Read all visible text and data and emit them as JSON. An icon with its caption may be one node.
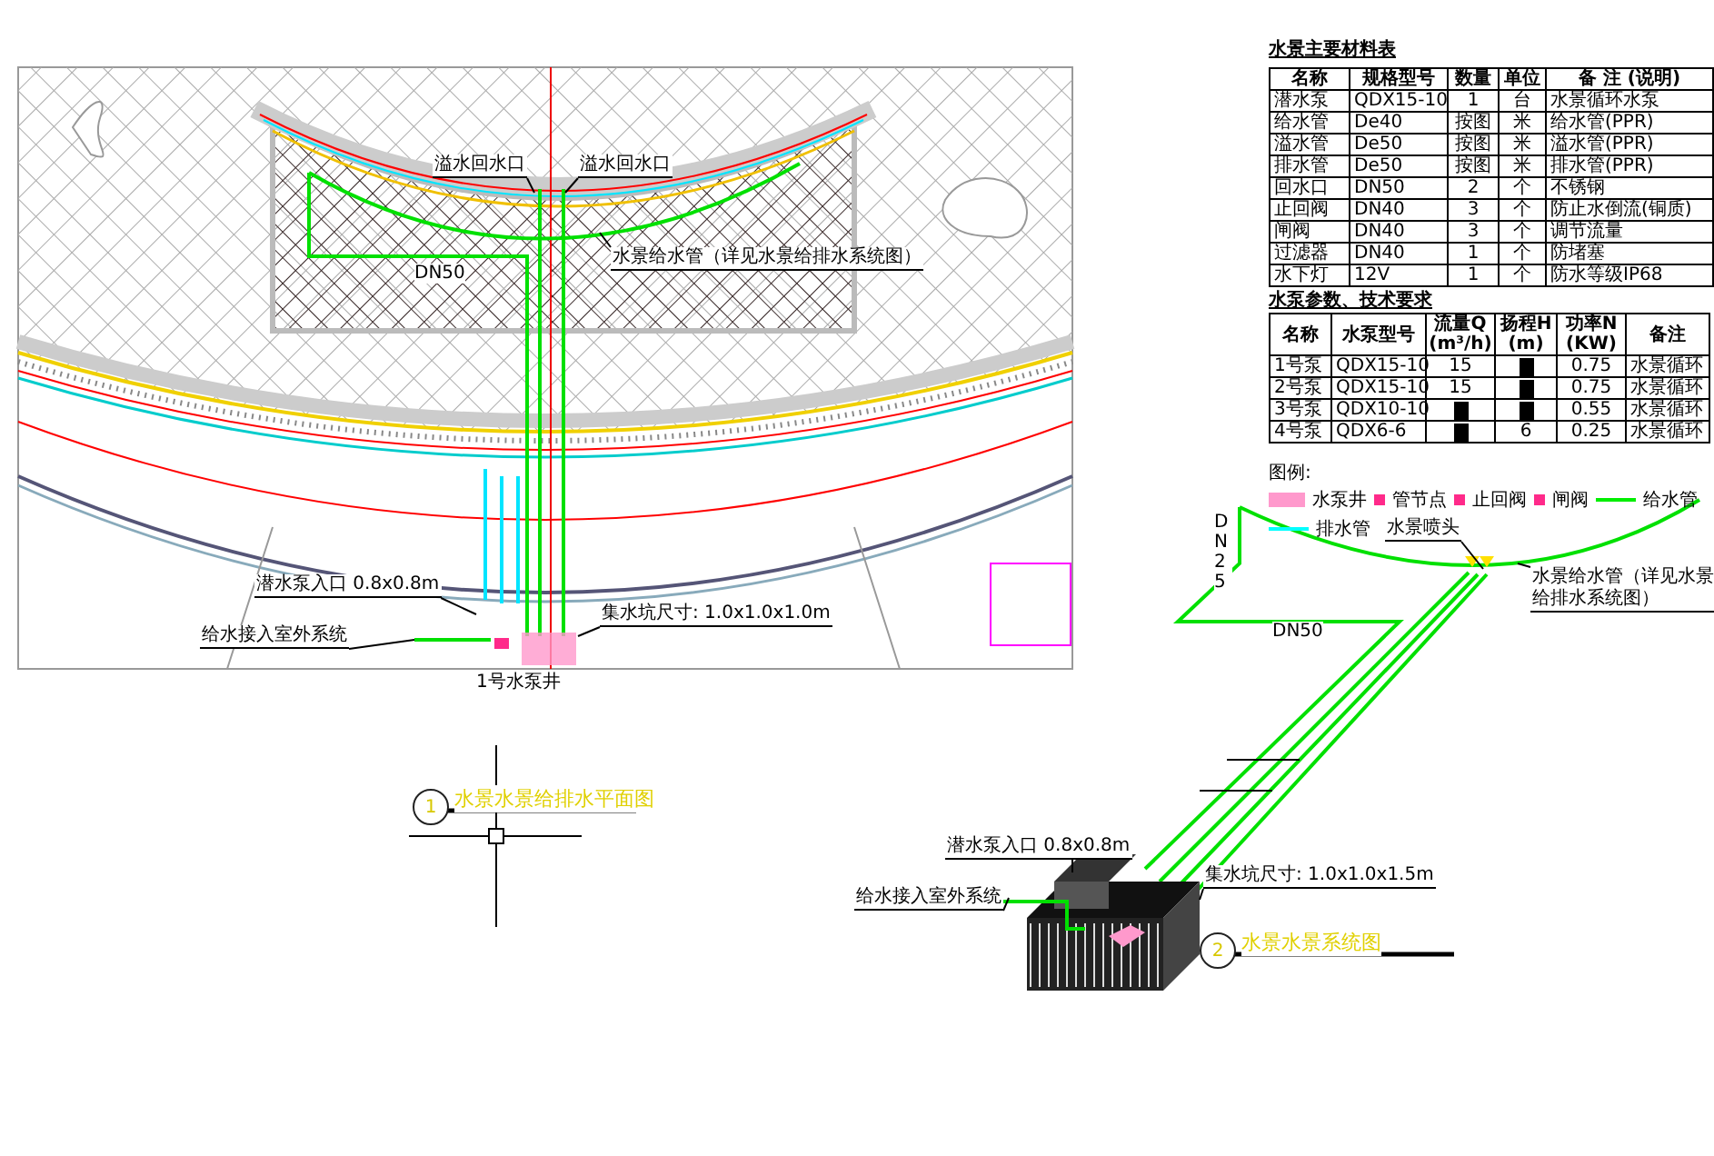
{
  "diagram": {
    "nodes": [
      {
        "text": [
          "1"
        ],
        "beside": [
          "水景水景给排水平面图"
        ]
      },
      {
        "text": [
          "2"
        ],
        "beside": [
          "水景水景系统图"
        ]
      },
      {
        "text": [
          "溢水回水口"
        ]
      },
      {
        "text": [
          "溢水回水口"
        ]
      },
      {
        "text": [
          "水景给水管（详见水景给排水系统图）"
        ]
      },
      {
        "text": [
          "潜水泵入口 0.8x0.8m"
        ]
      },
      {
        "text": [
          "给水接入室外系统"
        ]
      },
      {
        "text": [
          "集水坑尺寸: 1.0x1.0x1.0m"
        ]
      },
      {
        "text": [
          "水景给水管（详见水景给排水系统图）"
        ]
      },
      {
        "text": [
          "集水坑尺寸: 1.0x1.0x1.5m"
        ]
      },
      {
        "text": [
          "潜水泵入口 0.8x0.8m"
        ]
      },
      {
        "text": [
          "给水接入室外系统"
        ]
      },
      {
        "text": [
          "水景喷头"
        ]
      }
    ],
    "edges": [
      {
        "from": 2,
        "to": null,
        "arrow": "none"
      },
      {
        "from": 3,
        "to": null,
        "arrow": "none"
      },
      {
        "from": 4,
        "to": null,
        "arrow": "none"
      },
      {
        "from": 5,
        "to": null,
        "arrow": "none"
      },
      {
        "from": 6,
        "to": null,
        "arrow": "none"
      },
      {
        "from": 7,
        "to": null,
        "arrow": "none"
      },
      {
        "from": 8,
        "to": null,
        "arrow": "none"
      },
      {
        "from": 9,
        "to": null,
        "arrow": "none"
      },
      {
        "from": 10,
        "to": null,
        "arrow": "none"
      },
      {
        "from": 11,
        "to": null,
        "arrow": "none"
      },
      {
        "from": 12,
        "to": null,
        "arrow": "none"
      }
    ],
    "labels": [
      "水景主要材料表",
      "名称",
      "规格型号",
      "数量",
      "单位",
      "备 注 (说明)",
      "潜水泵",
      "QDX15-10",
      "1",
      "台",
      "水景循环水泵",
      "给水管",
      "De40",
      "按图",
      "米",
      "给水管(PPR)",
      "溢水管",
      "De50",
      "按图",
      "米",
      "溢水管(PPR)",
      "排水管",
      "De50",
      "按图",
      "米",
      "排水管(PPR)",
      "回水口",
      "DN50",
      "2",
      "个",
      "不锈钢",
      "止回阀",
      "DN40",
      "3",
      "个",
      "防止水倒流(铜质)",
      "闸阀",
      "DN40",
      "3",
      "个",
      "调节流量",
      "过滤器",
      "DN40",
      "1",
      "个",
      "防堵塞",
      "水下灯",
      "12V",
      "1",
      "个",
      "防水等级IP68",
      "水泵参数、技术要求",
      "名称",
      "水泵型号",
      "流量Q(m³/h)",
      "扬程H(m)",
      "功率N(KW)",
      "备注",
      "1号泵",
      "QDX15-10",
      "15",
      "0.75",
      "水景循环",
      "2号泵",
      "QDX15-10",
      "15",
      "0.75",
      "水景循环",
      "3号泵",
      "QDX10-10",
      "0.55",
      "水景循环",
      "4号泵",
      "QDX6-6",
      "6",
      "0.25",
      "水景循环",
      "图例:",
      "DN50",
      "DN50",
      "DN25",
      "1号水泵井"
    ],
    "legend": [
      {
        "text": "水泵井",
        "color": "#ff99cc"
      },
      {
        "text": "管节点"
      },
      {
        "text": "止回阀"
      },
      {
        "text": "闸阀"
      },
      {
        "text": "给水管"
      },
      {
        "text": "排水管"
      }
    ]
  }
}
